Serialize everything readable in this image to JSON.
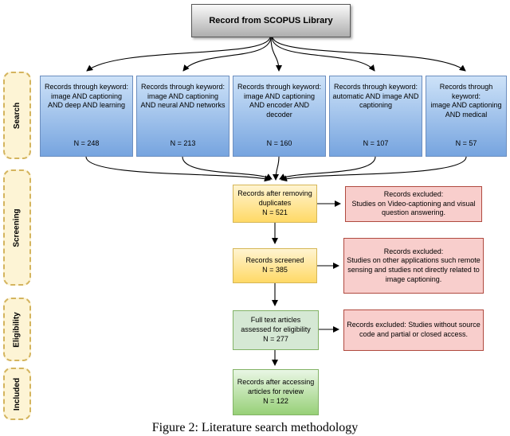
{
  "palette": {
    "source_box_fill_top": "#f9f9f9",
    "source_box_fill_bottom": "#aeaeae",
    "search_box_fill_top": "#cde2f8",
    "search_box_fill_bottom": "#76a4df",
    "search_box_border": "#6c8ebf",
    "screening_box_fill_top": "#fff4d1",
    "screening_box_fill_bottom": "#ffd966",
    "screening_box_border": "#d6b656",
    "excluded_box_fill": "#f8cecc",
    "excluded_box_border": "#b04a3f",
    "eligibility_box_fill": "#d5e8d4",
    "included_box_fill_bottom": "#97d077",
    "green_border": "#82b366",
    "stage_label_fill": "#fdf4d5",
    "stage_label_border": "#d4b45e",
    "arrow_color": "#000000"
  },
  "source_box": {
    "label": "Record from SCOPUS Library"
  },
  "stage_labels": {
    "search": "Search",
    "screening": "Screening",
    "eligibility": "Eligibility",
    "included": "Included"
  },
  "search_boxes": [
    {
      "header": "Records through keyword:",
      "terms": "image AND captioning AND deep AND learning",
      "count": "N = 248"
    },
    {
      "header": "Records through keyword:",
      "terms": "image AND captioning AND neural AND networks",
      "count": "N = 213"
    },
    {
      "header": "Records through keyword:",
      "terms": "image AND captioning AND encoder AND decoder",
      "count": "N = 160"
    },
    {
      "header": "Records through keyword:",
      "terms": "automatic AND image AND captioning",
      "count": "N = 107"
    },
    {
      "header": "Records through keyword:",
      "terms": "image AND captioning AND medical",
      "count": "N = 57"
    }
  ],
  "flow_boxes": {
    "duplicates": {
      "text": "Records after removing duplicates",
      "count": "N = 521"
    },
    "screened": {
      "text": "Records screened",
      "count": "N = 385"
    },
    "eligibility": {
      "text": "Full text articles assessed for eligibility",
      "count": "N = 277"
    },
    "included": {
      "text": "Records after accessing articles for review",
      "count": "N = 122"
    }
  },
  "excluded_boxes": [
    {
      "title": "Records excluded:",
      "body": "Studies on Video-captioning and visual question answering."
    },
    {
      "title": "Records excluded:",
      "body": "Studies on other applications such remote sensing and studies not directly related to image captioning."
    },
    {
      "title": "",
      "body": "Records excluded: Studies without source code and partial or closed access."
    }
  ],
  "caption": "Figure 2: Literature search methodology"
}
